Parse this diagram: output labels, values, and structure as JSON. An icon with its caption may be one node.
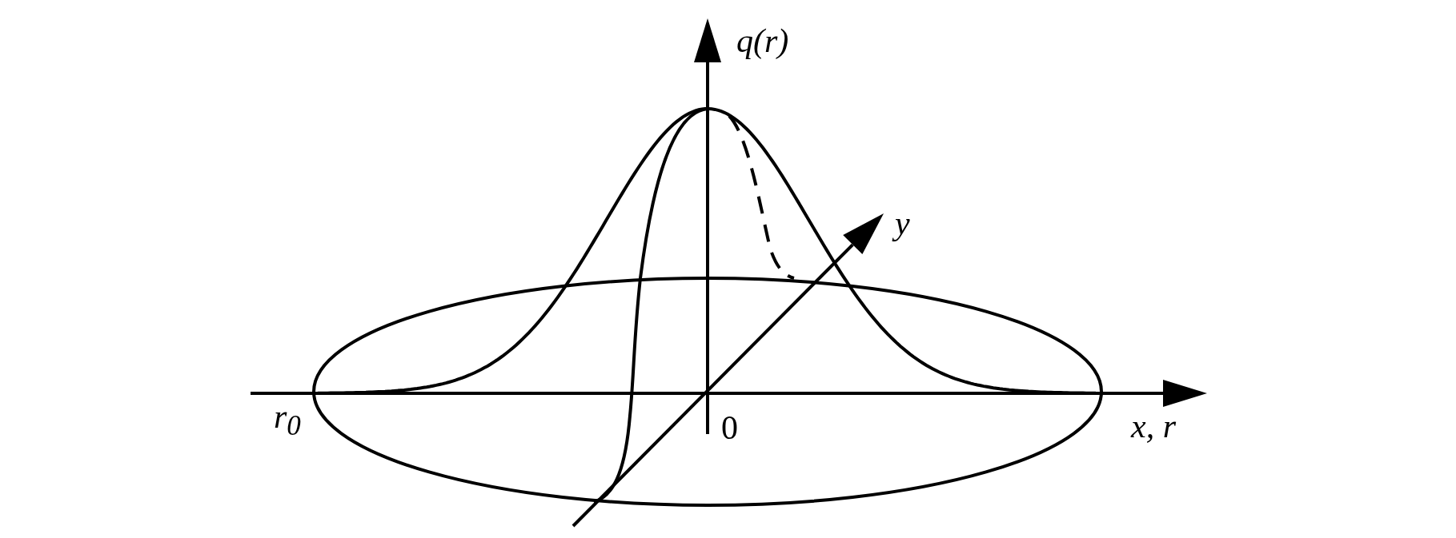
{
  "diagram": {
    "labels": [
      "q(r)",
      "y",
      "0",
      "r$_{0}$",
      "x, r"
    ]
  }
}
